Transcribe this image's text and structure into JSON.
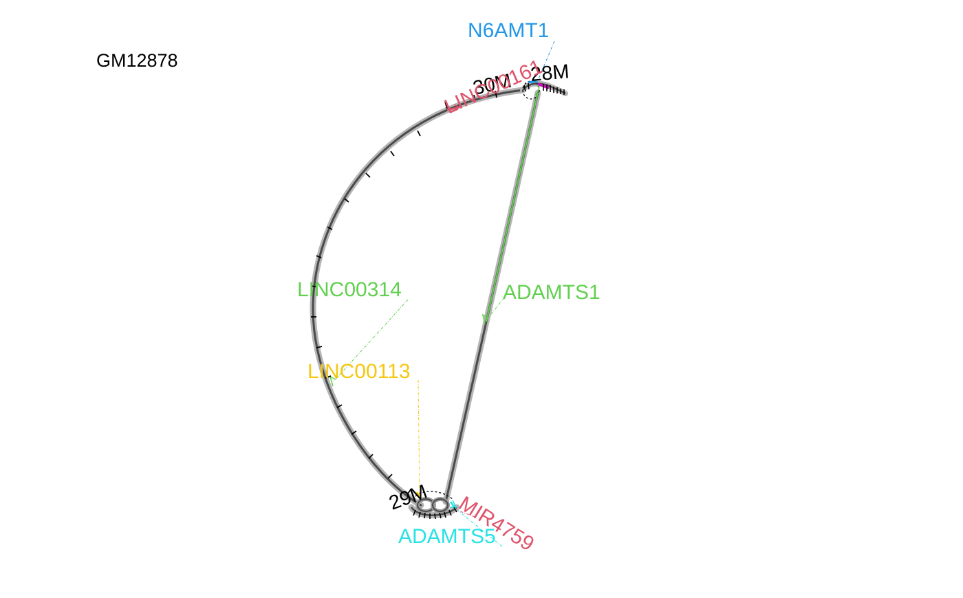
{
  "diagram": {
    "sample_label": "GM12878",
    "coordinate_labels": [
      "28M",
      "29M",
      "30M"
    ],
    "genes": [
      {
        "name": "N6AMT1",
        "color": "#2297e6"
      },
      {
        "name": "LINC00161",
        "color": "#df536b"
      },
      {
        "name": "LINC00314",
        "color": "#61d04f"
      },
      {
        "name": "ADAMTS1",
        "color": "#61d04f"
      },
      {
        "name": "LINC00113",
        "color": "#f5c710"
      },
      {
        "name": "MIR4759",
        "color": "#df536b"
      },
      {
        "name": "ADAMTS5",
        "color": "#28e2e5"
      }
    ],
    "colors": {
      "track": "#555555",
      "track_halo": "#b0b0b0",
      "highlight": "#cd0bbc",
      "ticks": "#000000"
    }
  }
}
